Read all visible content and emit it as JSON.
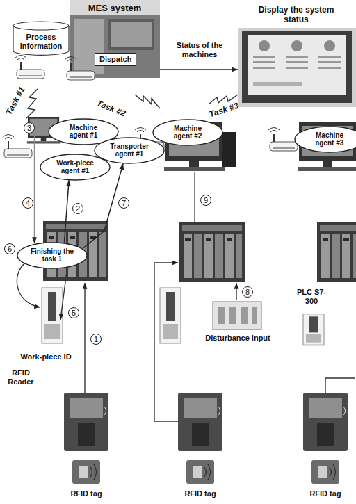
{
  "diagram": {
    "nodes": [
      {
        "text": [
          "MES system"
        ]
      },
      {
        "text": [
          "Process Information"
        ],
        "in": 0
      },
      {
        "text": [
          "Dispatch"
        ],
        "in": 0
      },
      {
        "text": [
          "Display the system status"
        ]
      },
      {
        "text": [
          "Machine agent #1"
        ]
      },
      {
        "text": [
          "Transporter agent #1"
        ]
      },
      {
        "text": [
          "Work-piece agent #1"
        ]
      },
      {
        "text": [
          "Machine agent #2"
        ]
      },
      {
        "text": [
          "Machine agent #3"
        ]
      },
      {
        "text": [
          "Finishing the task 1"
        ]
      },
      {
        "text": [
          "PLC S7-300"
        ]
      },
      {
        "text": [
          "Disturbance input"
        ]
      }
    ],
    "edges": [
      {
        "from": 0,
        "to": 3,
        "arrow": "to",
        "label": "Status of the machines"
      },
      {
        "from": 9,
        "to": 6,
        "arrow": "to"
      },
      {
        "from": 4,
        "to": 9,
        "arrow": "to"
      },
      {
        "from": 9,
        "to": 5,
        "arrow": "to"
      }
    ],
    "labels": [
      "Task #1",
      "Task #2",
      "Task #3",
      "3",
      "4",
      "2",
      "7",
      "6",
      "5",
      "1",
      "Work-piece ID",
      "RFID Reader",
      "9",
      "8",
      "RFID tag",
      "RFID tag",
      "RFID tag"
    ]
  }
}
